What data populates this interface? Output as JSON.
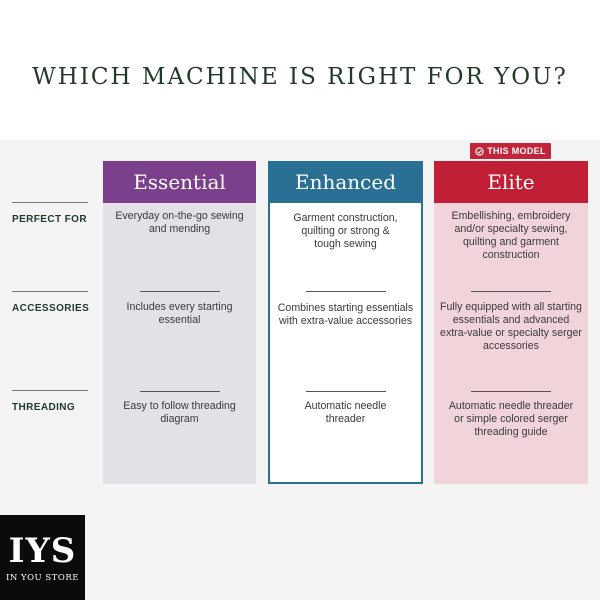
{
  "title": "WHICH MACHINE IS RIGHT FOR YOU?",
  "badge": {
    "label": "THIS MODEL",
    "icon": "check-circle-icon",
    "color": "#c4243a"
  },
  "rows": [
    {
      "label": "PERFECT FOR"
    },
    {
      "label": "ACCESSORIES"
    },
    {
      "label": "THREADING"
    }
  ],
  "columns": [
    {
      "name": "Essential",
      "header_color": "#7b3f8c",
      "cells": [
        "Everyday on-the-go sewing and mending",
        "Includes every starting essential",
        "Easy to follow threading diagram"
      ]
    },
    {
      "name": "Enhanced",
      "header_color": "#2a6f94",
      "cells": [
        "Garment construction, quilting or strong & tough sewing",
        "Combines starting essentials with extra-value accessories",
        "Automatic needle threader"
      ]
    },
    {
      "name": "Elite",
      "header_color": "#c11f36",
      "cells": [
        "Embellishing, embroidery and/or specialty sewing, quilting and garment construction",
        "Fully equipped with all starting essentials and advanced extra-value or specialty serger accessories",
        "Automatic needle threader or simple colored serger threading guide"
      ]
    }
  ],
  "logo": {
    "mark": "IYS",
    "text": "IN YOU STORE"
  }
}
